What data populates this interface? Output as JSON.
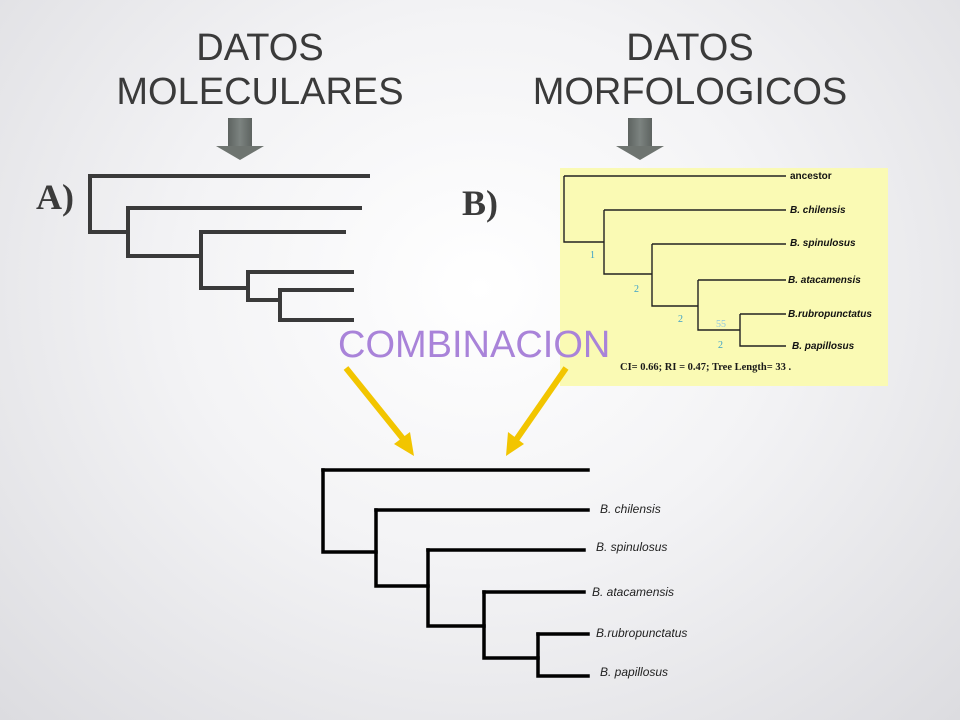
{
  "headings": {
    "molecular": [
      "DATOS",
      "MOLECULARES"
    ],
    "morphological": [
      "DATOS",
      "MORFOLOGICOS"
    ]
  },
  "panels": {
    "a_label": "A)",
    "b_label": "B)"
  },
  "combination_label": "COMBINACION",
  "tree_b": {
    "taxa": [
      "ancestor",
      "B. chilensis",
      "B. spinulosus",
      "B. atacamensis",
      "B.rubropunctatus",
      "B. papillosus"
    ],
    "branch_support": [
      "1",
      "2",
      "2",
      "2"
    ],
    "bootstrap_value": "55",
    "stats": "CI= 0.66; RI = 0.47;  Tree Length= 33 ."
  },
  "combined_tree": {
    "taxa": [
      "B. chilensis",
      "B. spinulosus",
      "B. atacamensis",
      "B.rubropunctatus",
      "B. papillosus"
    ]
  },
  "colors": {
    "arrow_down": "#6e7470",
    "arrow_yellow": "#f2c500",
    "combination_text": "#a983d9",
    "tree_b_background": "#fafab4",
    "tree_b_support": "#3aa0c8"
  }
}
